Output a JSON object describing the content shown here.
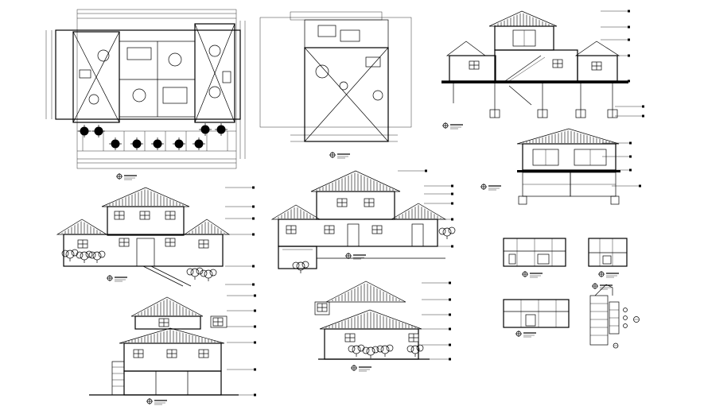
{
  "sheet": {
    "background": "#ffffff",
    "line_color": "#000000"
  },
  "drawings": [
    {
      "id": "ground-floor-plan",
      "kind": "floor-plan"
    },
    {
      "id": "upper-floor-plan",
      "kind": "floor-plan"
    },
    {
      "id": "long-section",
      "kind": "section"
    },
    {
      "id": "cross-section",
      "kind": "section"
    },
    {
      "id": "front-elevation",
      "kind": "elevation"
    },
    {
      "id": "side-elevation",
      "kind": "elevation"
    },
    {
      "id": "rear-elevation",
      "kind": "elevation"
    },
    {
      "id": "left-elevation",
      "kind": "elevation"
    },
    {
      "id": "detail-1",
      "kind": "detail"
    },
    {
      "id": "detail-2",
      "kind": "detail"
    },
    {
      "id": "detail-3",
      "kind": "detail"
    },
    {
      "id": "stair-detail",
      "kind": "detail"
    }
  ]
}
